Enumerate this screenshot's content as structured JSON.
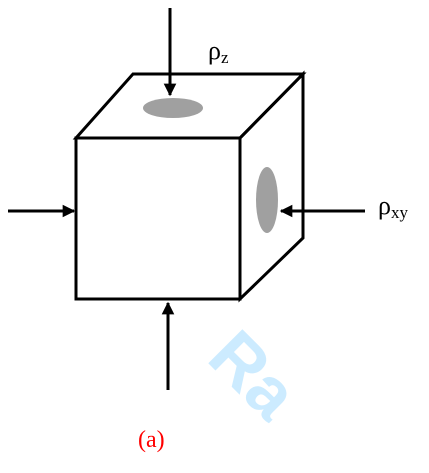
{
  "labels": {
    "rho_z": {
      "symbol": "ρ",
      "subscript": "z"
    },
    "rho_xy": {
      "symbol": "ρ",
      "subscript": "xy"
    },
    "caption": "(a)"
  },
  "watermark": {
    "text": "Ra",
    "color": "#6ec6ff"
  },
  "colors": {
    "stroke": "#000000",
    "ellipse_fill": "#a0a0a0",
    "caption": "#ff0000"
  },
  "icons": {
    "arrow_top": "arrow-down-icon",
    "arrow_left": "arrow-right-icon",
    "arrow_right": "arrow-left-icon",
    "arrow_bottom": "arrow-up-icon"
  }
}
